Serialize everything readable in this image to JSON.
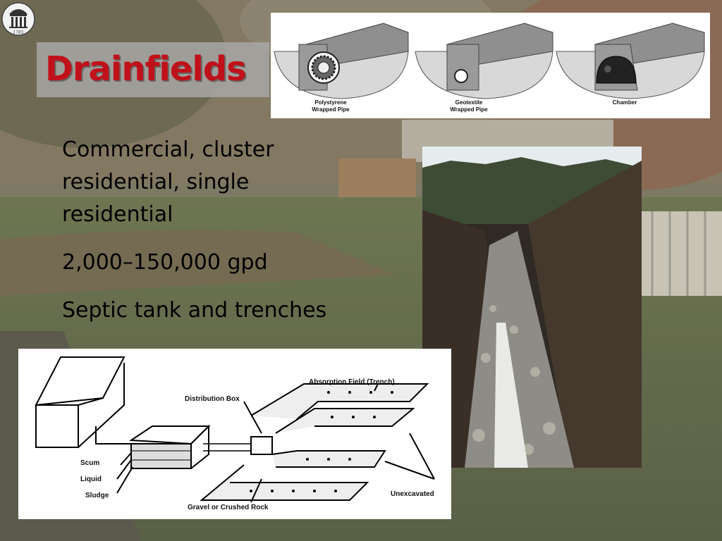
{
  "slide": {
    "title": "Drainfields",
    "bullets": [
      "Commercial, cluster residential, single residential",
      "2,000–150,000 gpd",
      "Septic tank and trenches"
    ]
  },
  "logo": {
    "icon": "university-arch-seal",
    "year": "1785"
  },
  "pipe_types": [
    {
      "label_line1": "Polystyrene",
      "label_line2": "Wrapped Pipe"
    },
    {
      "label_line1": "Geotextile",
      "label_line2": "Wrapped Pipe"
    },
    {
      "label_line1": "Chamber",
      "label_line2": ""
    }
  ],
  "system_diagram": {
    "labels": {
      "distribution_box": "Distribution Box",
      "absorption_field": "Absorption Field (Trench)",
      "scum": "Scum",
      "liquid": "Liquid",
      "sludge": "Sludge",
      "gravel": "Gravel or Crushed Rock",
      "unexcavated": "Unexcavated"
    }
  },
  "colors": {
    "title_red": "#c0111a",
    "title_box": "#aaaaaa"
  }
}
